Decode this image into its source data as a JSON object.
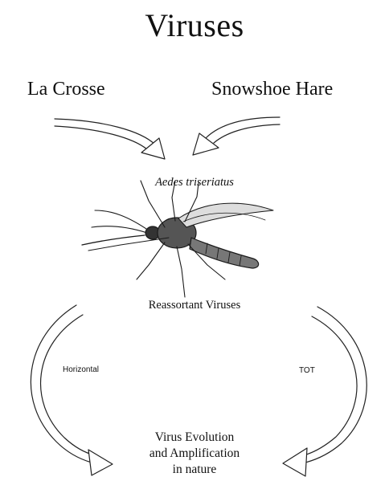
{
  "diagram": {
    "title": "Viruses",
    "sources": [
      "La Crosse",
      "Snowshoe Hare"
    ],
    "vector": "Aedes triseriatus",
    "intermediate": "Reassortant Viruses",
    "routes": [
      "Horizontal",
      "TOT"
    ],
    "outcome": [
      "Virus Evolution",
      "and Amplification",
      "in nature"
    ],
    "mosquito_icon": "mosquito-illustration",
    "arrow_style": "hollow double-line curved arrows",
    "ink_color": "#111111"
  }
}
